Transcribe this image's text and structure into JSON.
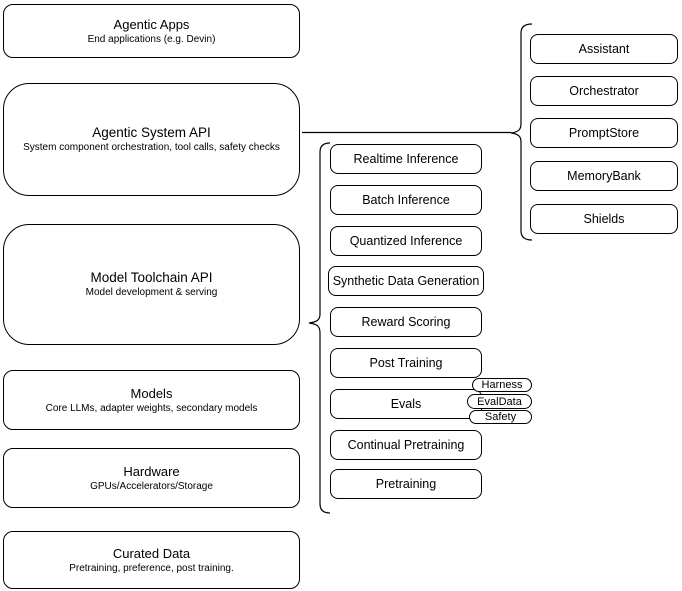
{
  "diagram": {
    "layers": [
      {
        "title": "Agentic Apps",
        "subtitle": "End applications (e.g. Devin)"
      },
      {
        "title": "Agentic System API",
        "subtitle": "System component orchestration, tool calls, safety checks"
      },
      {
        "title": "Model Toolchain API",
        "subtitle": "Model development & serving"
      },
      {
        "title": "Models",
        "subtitle": "Core LLMs, adapter weights, secondary models"
      },
      {
        "title": "Hardware",
        "subtitle": "GPUs/Accelerators/Storage"
      },
      {
        "title": "Curated Data",
        "subtitle": "Pretraining, preference, post training."
      }
    ],
    "toolchain_services": [
      "Realtime Inference",
      "Batch Inference",
      "Quantized Inference",
      "Synthetic Data Generation",
      "Reward Scoring",
      "Post Training",
      "Evals",
      "Continual Pretraining",
      "Pretraining"
    ],
    "evals_components": [
      "Harness",
      "EvalData",
      "Safety"
    ],
    "system_components": [
      "Assistant",
      "Orchestrator",
      "PromptStore",
      "MemoryBank",
      "Shields"
    ],
    "colors": {
      "stroke": "#000000",
      "fill": "#ffffff"
    }
  }
}
